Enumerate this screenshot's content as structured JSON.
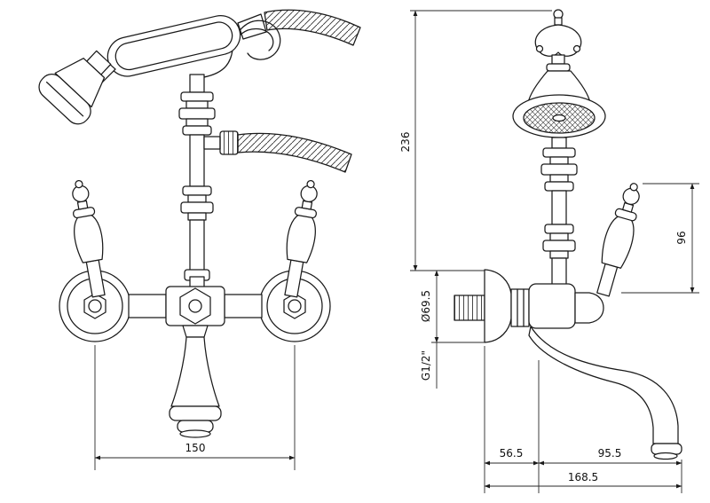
{
  "colors": {
    "line": "#1a1a1a",
    "background": "#ffffff"
  },
  "drawing": {
    "dims": {
      "front_handle_centers": "150",
      "total_height": "236",
      "lever_length": "96",
      "flange_diameter": "Ø69.5",
      "connection_thread": "G1/2\"",
      "wall_to_axis": "56.5",
      "axis_to_spout": "95.5",
      "total_reach": "168.5"
    }
  }
}
